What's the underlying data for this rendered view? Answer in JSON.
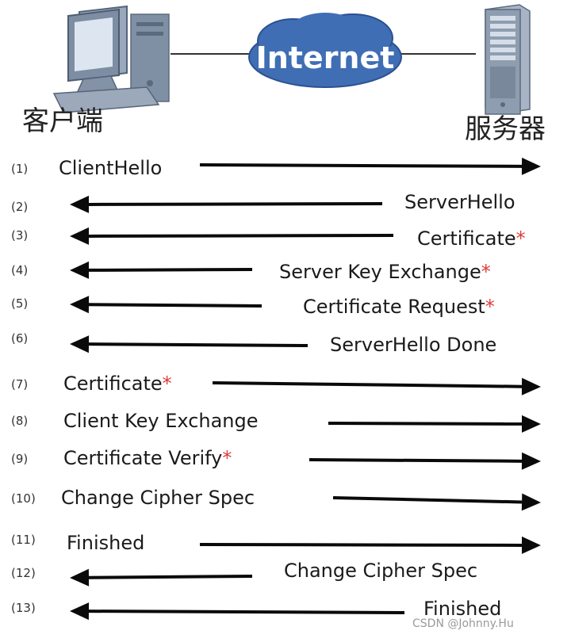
{
  "network": {
    "label": "Internet",
    "client_label": "客户端",
    "server_label": "服务器"
  },
  "colors": {
    "arrow": "#0a0a0a",
    "required_mark": "#e03a3a",
    "cloud_fill": "#3f6eb4",
    "cloud_text": "#ffffff"
  },
  "steps": [
    {
      "num": "(1)",
      "label": "ClientHello",
      "mark": "",
      "direction": "client-to-server"
    },
    {
      "num": "(2)",
      "label": "ServerHello",
      "mark": "",
      "direction": "server-to-client"
    },
    {
      "num": "(3)",
      "label": "Certificate",
      "mark": "*",
      "direction": "server-to-client"
    },
    {
      "num": "(4)",
      "label": "Server Key Exchange",
      "mark": "*",
      "direction": "server-to-client"
    },
    {
      "num": "(5)",
      "label": "Certificate Request",
      "mark": "*",
      "direction": "server-to-client"
    },
    {
      "num": "(6)",
      "label": "ServerHello Done",
      "mark": "",
      "direction": "server-to-client"
    },
    {
      "num": "(7)",
      "label": "Certificate",
      "mark": "*",
      "direction": "client-to-server"
    },
    {
      "num": "(8)",
      "label": "Client Key Exchange",
      "mark": "",
      "direction": "client-to-server"
    },
    {
      "num": "(9)",
      "label": "Certificate Verify",
      "mark": "*",
      "direction": "client-to-server"
    },
    {
      "num": "(10)",
      "label": "Change Cipher Spec",
      "mark": "",
      "direction": "client-to-server"
    },
    {
      "num": "(11)",
      "label": "Finished",
      "mark": "",
      "direction": "client-to-server"
    },
    {
      "num": "(12)",
      "label": "Change Cipher Spec",
      "mark": "",
      "direction": "server-to-client"
    },
    {
      "num": "(13)",
      "label": "Finished",
      "mark": "",
      "direction": "server-to-client"
    }
  ],
  "watermark": "CSDN @Johnny.Hu"
}
